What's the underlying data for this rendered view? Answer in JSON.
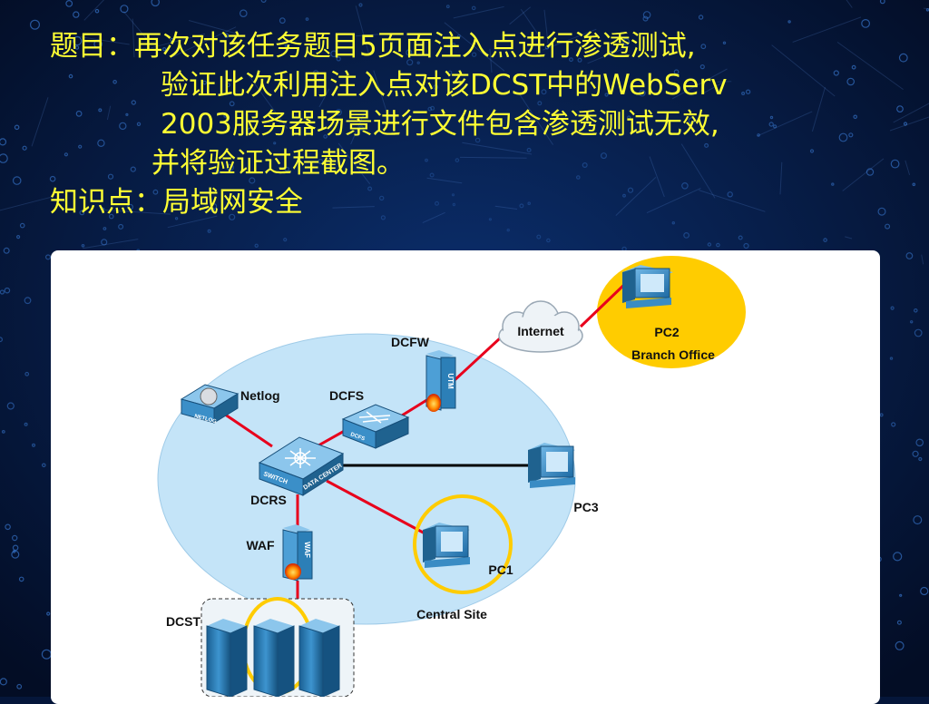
{
  "title": {
    "line1": "题目：再次对该任务题目5页面注入点进行渗透测试,",
    "line2": "验证此次利用注入点对该DCST中的WebServ",
    "line3": "2003服务器场景进行文件包含渗透测试无效,",
    "line4": "并将验证过程截图。",
    "knowledge": "知识点：局域网安全"
  },
  "diagram": {
    "nodes": {
      "internet": "Internet",
      "pc2": "PC2",
      "branch_office": "Branch Office",
      "dcfw": "DCFW",
      "dcfs": "DCFS",
      "netlog": "Netlog",
      "dcrs": "DCRS",
      "pc3": "PC3",
      "waf": "WAF",
      "pc1": "PC1",
      "central_site": "Central Site",
      "dcst": "DCST"
    },
    "device_markings": {
      "utm": "UTM",
      "netlog_tag": "NETLOG",
      "dcfs_tag": "DCFS",
      "switch_tag": "SWITCH",
      "datacenter_tag": "DATA CENTER",
      "waf_tag": "WAF"
    },
    "colors": {
      "zone_fill": "#c4e4f8",
      "highlight": "#ffcc00",
      "red_link": "#e8001c",
      "black_link": "#000000",
      "device_blue": "#2a7fb8"
    }
  }
}
